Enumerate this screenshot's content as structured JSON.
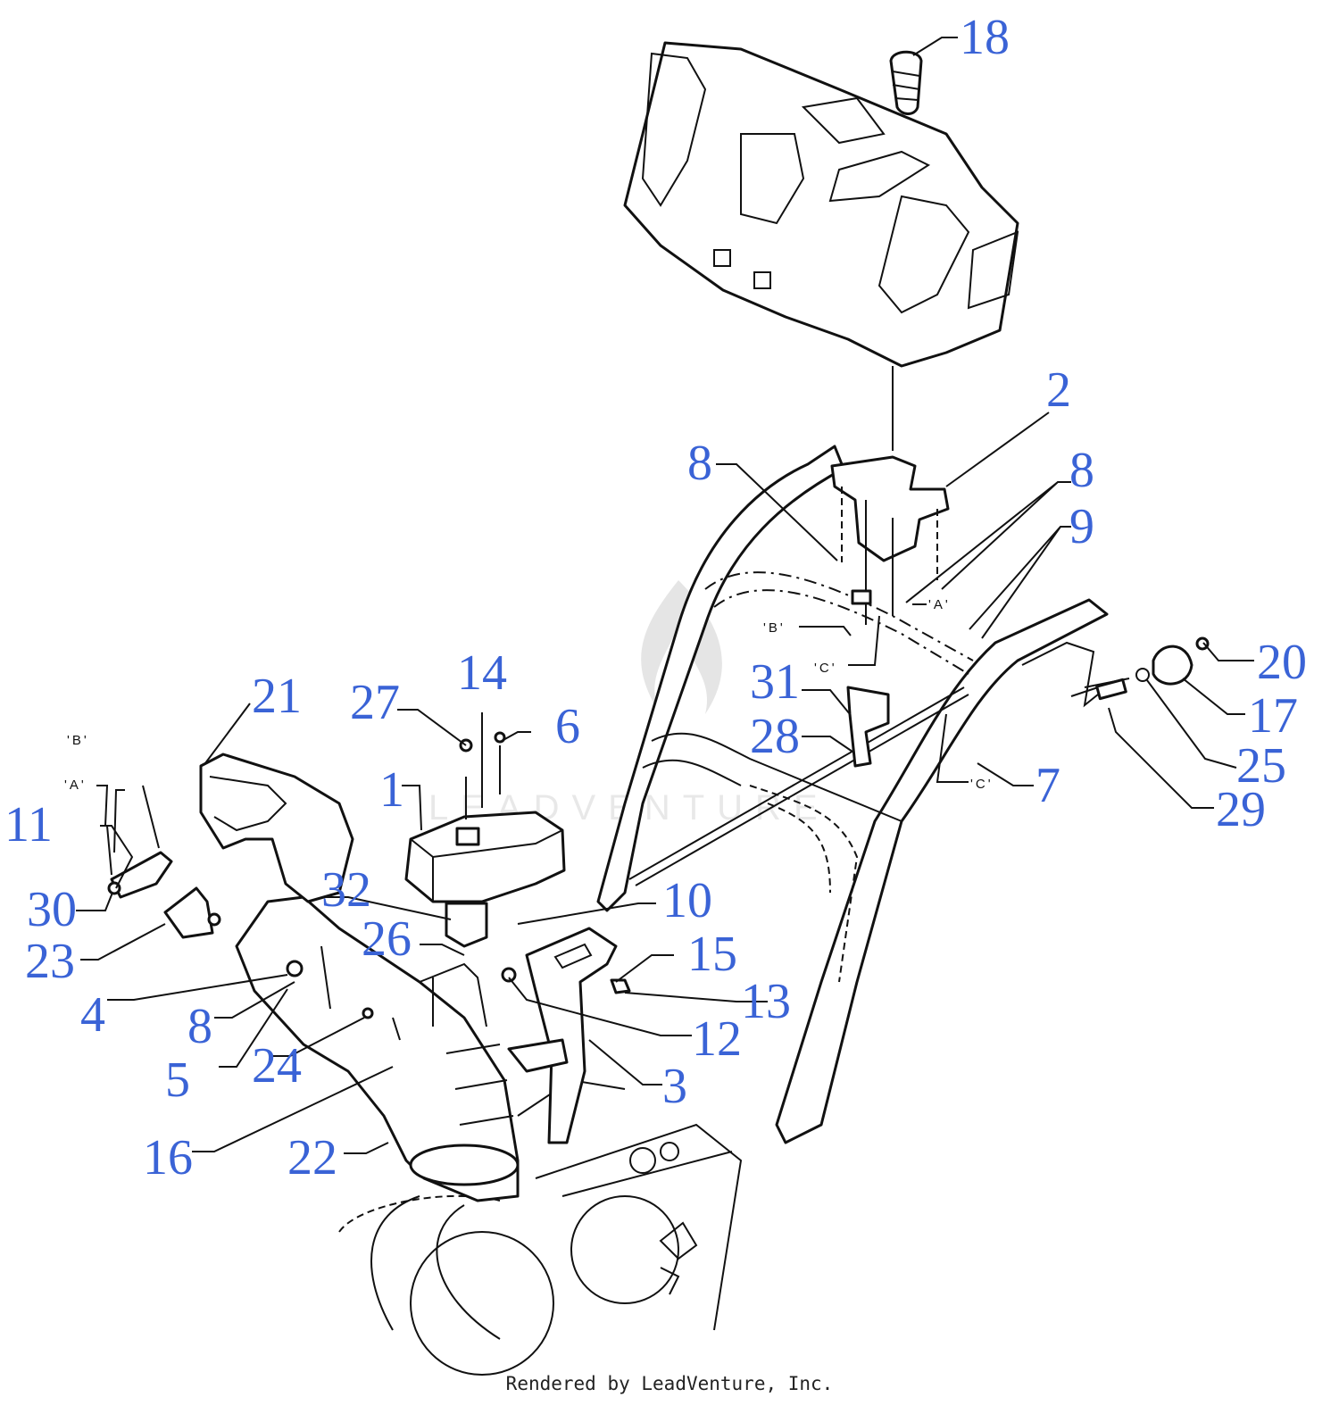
{
  "callouts": [
    {
      "id": "c18",
      "text": "18"
    },
    {
      "id": "c2",
      "text": "2"
    },
    {
      "id": "c8a",
      "text": "8"
    },
    {
      "id": "c8b",
      "text": "8"
    },
    {
      "id": "c9",
      "text": "9"
    },
    {
      "id": "c20",
      "text": "20"
    },
    {
      "id": "c17",
      "text": "17"
    },
    {
      "id": "c25",
      "text": "25"
    },
    {
      "id": "c29",
      "text": "29"
    },
    {
      "id": "c31",
      "text": "31"
    },
    {
      "id": "c28",
      "text": "28"
    },
    {
      "id": "c7",
      "text": "7"
    },
    {
      "id": "c21",
      "text": "21"
    },
    {
      "id": "c27",
      "text": "27"
    },
    {
      "id": "c14",
      "text": "14"
    },
    {
      "id": "c6",
      "text": "6"
    },
    {
      "id": "c1",
      "text": "1"
    },
    {
      "id": "c11",
      "text": "11"
    },
    {
      "id": "c30",
      "text": "30"
    },
    {
      "id": "c23",
      "text": "23"
    },
    {
      "id": "c32",
      "text": "32"
    },
    {
      "id": "c10",
      "text": "10"
    },
    {
      "id": "c26",
      "text": "26"
    },
    {
      "id": "c15",
      "text": "15"
    },
    {
      "id": "c13",
      "text": "13"
    },
    {
      "id": "c12",
      "text": "12"
    },
    {
      "id": "c4",
      "text": "4"
    },
    {
      "id": "c8c",
      "text": "8"
    },
    {
      "id": "c5",
      "text": "5"
    },
    {
      "id": "c24",
      "text": "24"
    },
    {
      "id": "c3",
      "text": "3"
    },
    {
      "id": "c16",
      "text": "16"
    },
    {
      "id": "c22",
      "text": "22"
    }
  ],
  "refs": {
    "a_right": "'A'",
    "b_right": "'B'",
    "c_right": "'C'",
    "c_lower": "'C'",
    "b_left": "'B'",
    "a_left": "'A'"
  },
  "watermark": "LEADVENTURE",
  "footer": "Rendered by LeadVenture, Inc."
}
